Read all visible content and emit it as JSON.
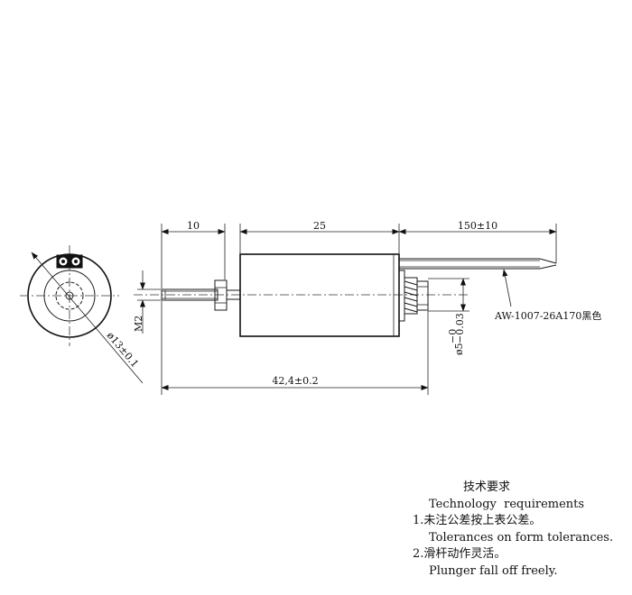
{
  "dimensions": {
    "shaft_length": "10",
    "body_length": "25",
    "lead_length": "150±10",
    "overall_length": "42,4±0.2",
    "thread": "M2",
    "body_diameter": "ø13±0.1",
    "plunger_diameter_main": "ø5",
    "plunger_diameter_tol_upper": "−0",
    "plunger_diameter_tol_lower": "−0.03",
    "wire_spec": "AW-1007-26A170黑色"
  },
  "notes": {
    "title_cn": "技术要求",
    "title_en": "Technology  requirements",
    "item1_cn": "1.未注公差按上表公差。",
    "item1_en": "Tolerances on form tolerances.",
    "item2_cn": "2.滑杆动作灵活。",
    "item2_en": "Plunger fall off freely."
  }
}
